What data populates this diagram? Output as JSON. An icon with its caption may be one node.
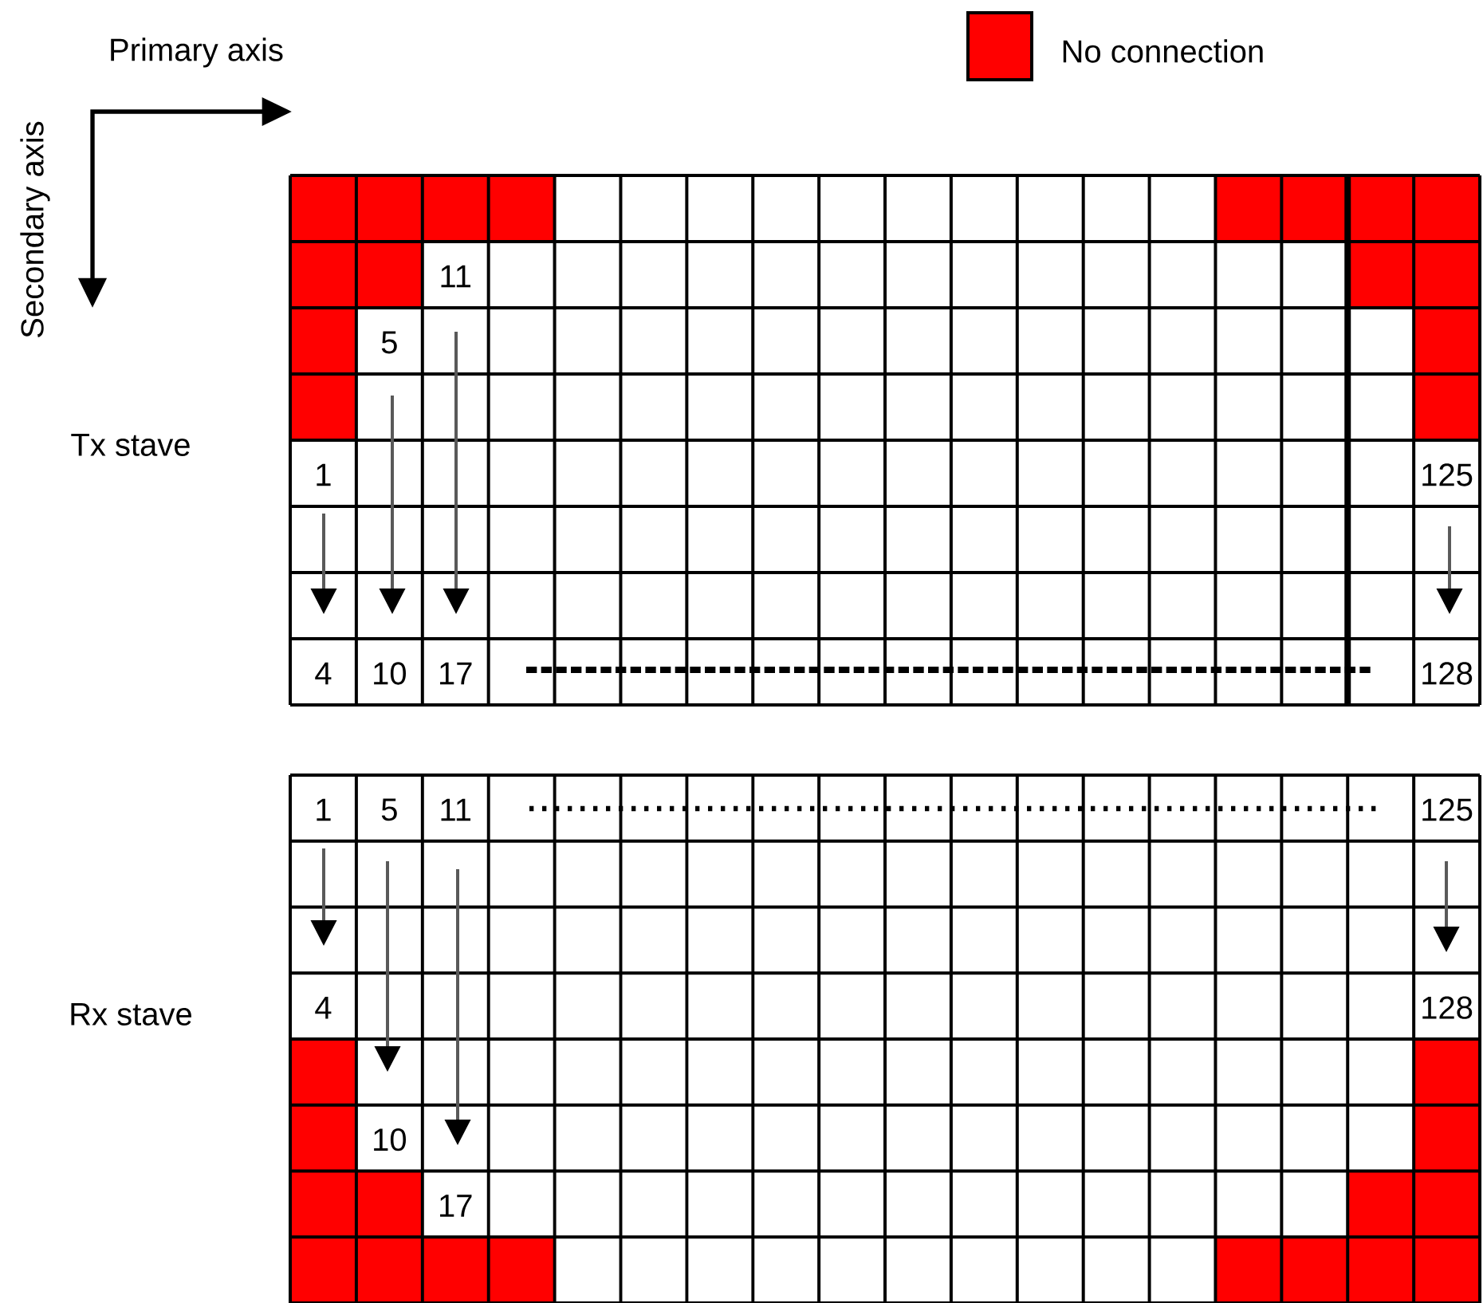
{
  "diagram": {
    "labels": [
      "Primary axis",
      "Secondary axis",
      "11",
      "5",
      "Tx stave",
      "1",
      "125",
      "4",
      "10",
      "17",
      "128",
      "1",
      "5",
      "11",
      "125",
      "Rx stave",
      "4",
      "128",
      "10",
      "17"
    ],
    "legend": [
      {
        "text": "No connection",
        "color": "#ff0000"
      }
    ]
  }
}
